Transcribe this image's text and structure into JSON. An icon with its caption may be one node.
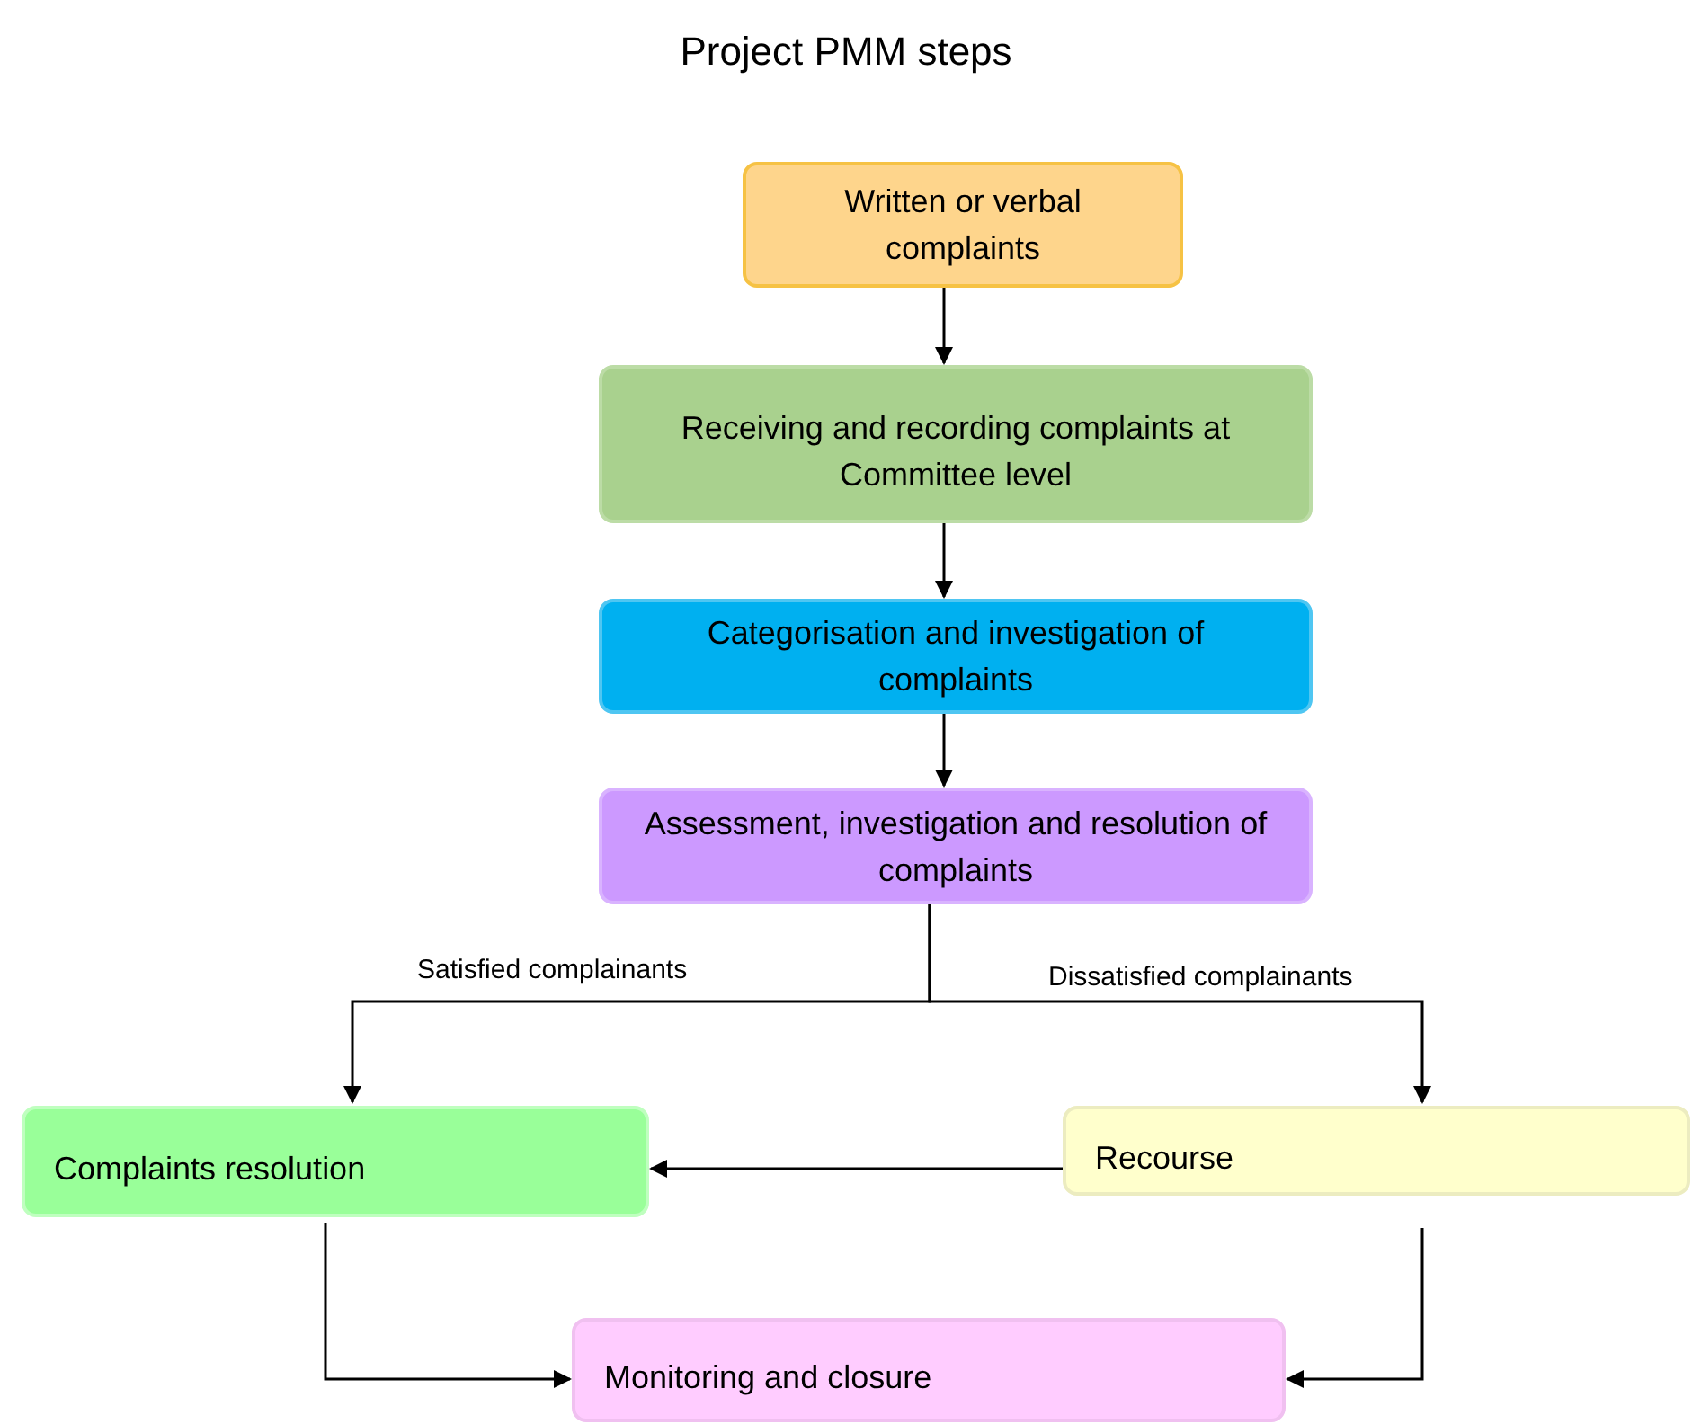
{
  "diagram": {
    "title": "Project PMM steps",
    "nodes": [
      {
        "text": [
          "Written or verbal complaints"
        ]
      },
      {
        "text": [
          "Receiving and recording complaints at Committee level"
        ]
      },
      {
        "text": [
          "Categorisation and investigation of complaints"
        ]
      },
      {
        "text": [
          "Assessment, investigation and resolution of complaints"
        ]
      },
      {
        "text": [
          "Complaints resolution"
        ]
      },
      {
        "text": [
          "Recourse"
        ]
      },
      {
        "text": [
          "Monitoring and closure"
        ]
      }
    ],
    "edges": [
      {
        "from": 0,
        "to": 1,
        "arrow": "to"
      },
      {
        "from": 1,
        "to": 2,
        "arrow": "to"
      },
      {
        "from": 2,
        "to": 3,
        "arrow": "to"
      },
      {
        "from": 3,
        "to": 4,
        "arrow": "to",
        "label": "Satisfied complainants"
      },
      {
        "from": 3,
        "to": 5,
        "arrow": "to",
        "label": "Dissatisfied complainants"
      },
      {
        "from": 5,
        "to": 4,
        "arrow": "to"
      },
      {
        "from": 4,
        "to": 6,
        "arrow": "to"
      },
      {
        "from": 5,
        "to": 6,
        "arrow": "to"
      }
    ]
  }
}
